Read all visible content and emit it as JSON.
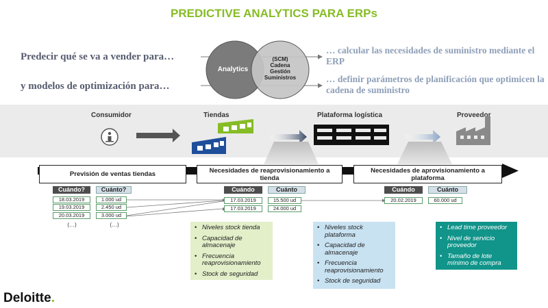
{
  "title": "PREDICTIVE ANALYTICS PARA ERPs",
  "header": {
    "lead_1": "Predecir qué se va a vender para…",
    "lead_2": "y modelos de optimización para…",
    "cont_1": "… calcular las necesidades de suministro mediante el ERP",
    "cont_2": "… definir parámetros de planificación que optimicen la cadena de suministro",
    "venn_left": "Analytics",
    "venn_right_1": "(SCM)",
    "venn_right_2": "Cadena",
    "venn_right_3": "Gestión",
    "venn_right_4": "Suministros"
  },
  "stages": {
    "consumidor": "Consumidor",
    "tiendas": "Tiendas",
    "plataforma": "Plataforma logística",
    "proveedor": "Proveedor"
  },
  "phases": {
    "p1": "Previsión de ventas tiendas",
    "p2": "Necesidades de reaprovisionamiento a tienda",
    "p3": "Necesidades de aprovisionamiento a plataforma"
  },
  "tables": {
    "forecast": {
      "when_header": "Cuándo?",
      "qty_header": "Cuánto?",
      "rows": [
        {
          "when": "18.03.2019",
          "qty": "1.000 ud"
        },
        {
          "when": "19.03.2019",
          "qty": "2.450 ud"
        },
        {
          "when": "20.03.2019",
          "qty": "3.000 ud"
        }
      ],
      "ellipsis": "(…)"
    },
    "replenish": {
      "when_header": "Cuándo",
      "qty_header": "Cuánto",
      "rows": [
        {
          "when": "17.03.2019",
          "qty": "15.500 ud"
        },
        {
          "when": "17.03.2019",
          "qty": "24.000 ud"
        }
      ]
    },
    "supply": {
      "when_header": "Cuándo",
      "qty_header": "Cuánto",
      "rows": [
        {
          "when": "20.02.2019",
          "qty": "60.000 ud"
        }
      ]
    }
  },
  "panels": {
    "tienda": [
      "Niveles stock tienda",
      "Capacidad de almacenaje",
      "Frecuencia reaprovisionamiento",
      "Stock de seguridad"
    ],
    "plataforma": [
      "Niveles stock plataforma",
      "Capacidad de almacenaje",
      "Frecuencia reaprovisionamiento",
      "Stock de seguridad"
    ],
    "proveedor": [
      "Lead time proveedor",
      "Nivel de servicio proveedor",
      "Tamaño de lote mínimo de compra"
    ]
  },
  "logo": {
    "text": "Deloitte",
    "dot": "."
  },
  "colors": {
    "brand_green": "#86bc25",
    "panel_green": "#e2efc9",
    "panel_blue": "#c9e2f2",
    "panel_teal": "#11948a",
    "dark_gray": "#4d4d4d"
  }
}
